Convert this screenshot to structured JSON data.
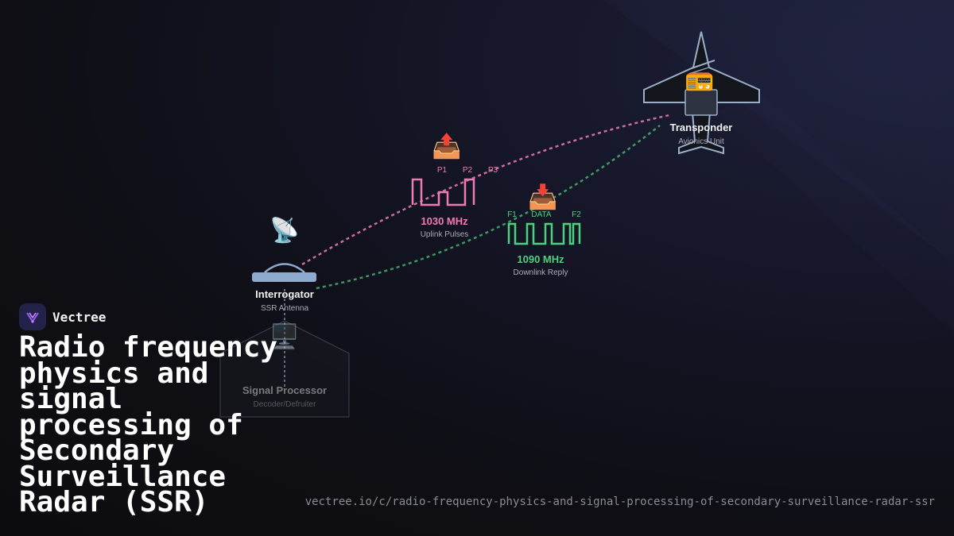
{
  "brand": {
    "name": "Vectree"
  },
  "title": "Radio frequency physics and signal processing of Secondary Surveillance Radar (SSR)",
  "url": "vectree.io/c/radio-frequency-physics-and-signal-processing-of-secondary-surveillance-radar-ssr",
  "nodes": {
    "interrogator": {
      "title": "Interrogator",
      "subtitle": "SSR Antenna",
      "icon": "satellite-dish-icon"
    },
    "processor": {
      "title": "Signal Processor",
      "subtitle": "Decoder/Defruiter",
      "icon": "desktop-computer-icon"
    },
    "transponder": {
      "title": "Transponder",
      "subtitle": "Avionics Unit",
      "icon": "radio-icon"
    }
  },
  "uplink": {
    "frequency": "1030 MHz",
    "caption": "Uplink Pulses",
    "pulses": [
      "P1",
      "P2",
      "P3"
    ],
    "icon": "outbox-tray-icon",
    "color": "#f07ab4"
  },
  "downlink": {
    "frequency": "1090 MHz",
    "caption": "Downlink Reply",
    "pulses": [
      "F1",
      "DATA",
      "F2"
    ],
    "icon": "inbox-tray-icon",
    "color": "#4ed07e"
  },
  "colors": {
    "accent_pink": "#f07ab4",
    "accent_green": "#4ed07e",
    "aircraft_outline": "#9bb0c8",
    "antenna": "#8eaacd"
  }
}
